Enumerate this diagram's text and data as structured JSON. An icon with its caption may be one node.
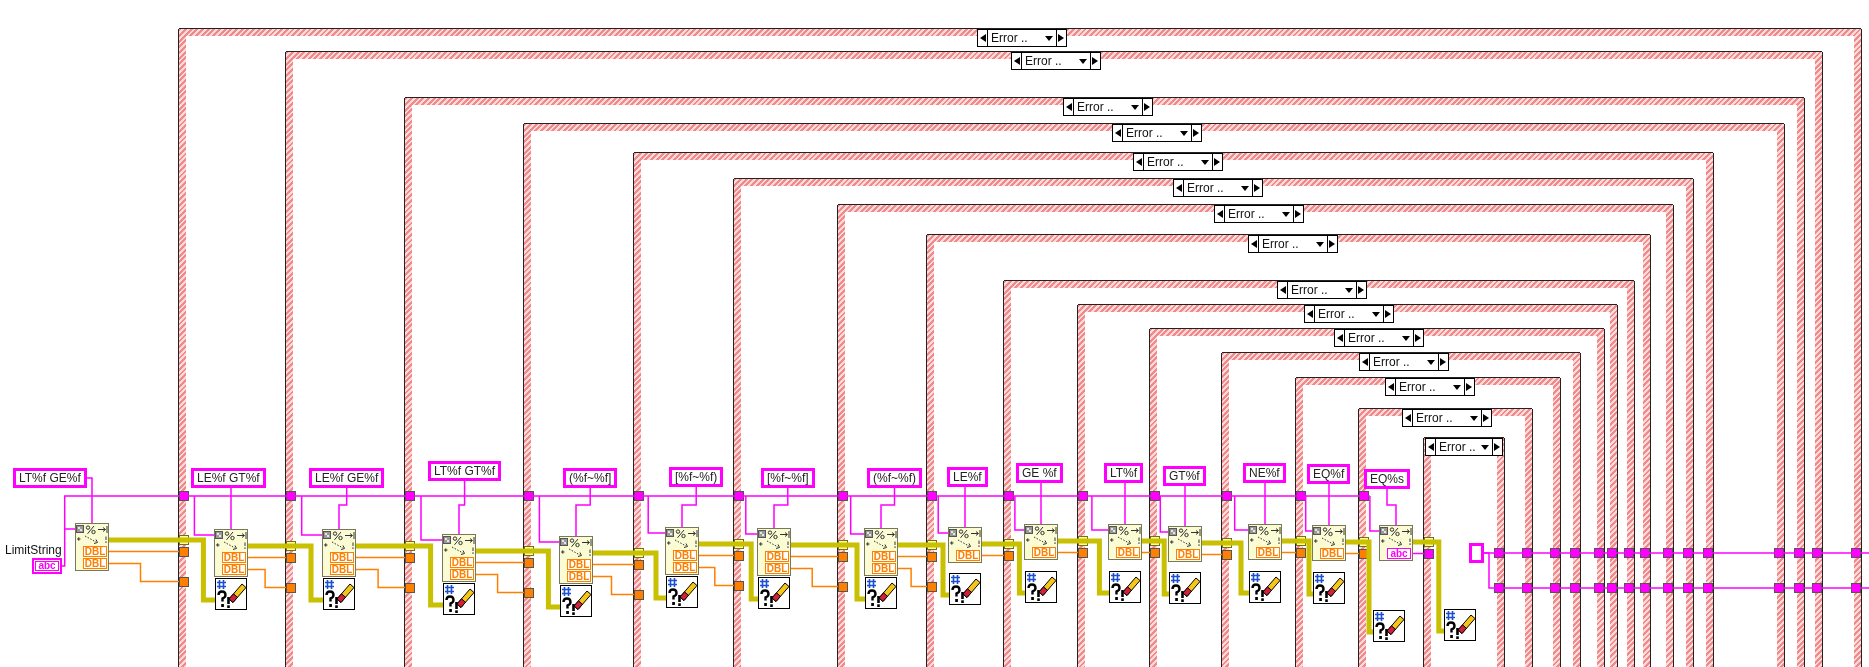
{
  "diagram": {
    "nodes": [
      {
        "text": [
          "LimitString",
          "abc"
        ]
      },
      {
        "text": [
          "LT%f GE%f"
        ]
      },
      {
        "text": [
          "DBL",
          "DBL"
        ]
      },
      {
        "text": [
          "Error .."
        ]
      },
      {
        "text": [
          "LE%f GT%f"
        ],
        "in": 3
      },
      {
        "text": [
          "DBL",
          "DBL"
        ],
        "in": 3
      },
      {
        "text": [],
        "shape": "picture",
        "in": 3
      },
      {
        "text": [
          "Error .."
        ],
        "in": 3
      },
      {
        "text": [
          "LE%f GE%f"
        ],
        "in": 7
      },
      {
        "text": [
          "DBL",
          "DBL"
        ],
        "in": 7
      },
      {
        "text": [],
        "shape": "picture",
        "in": 7
      },
      {
        "text": [
          "Error .."
        ],
        "in": 7
      },
      {
        "text": [
          "LT%f GT%f"
        ],
        "in": 11
      },
      {
        "text": [
          "DBL",
          "DBL"
        ],
        "in": 11
      },
      {
        "text": [],
        "shape": "picture",
        "in": 11
      },
      {
        "text": [
          "Error .."
        ],
        "in": 11
      },
      {
        "text": [
          "(%f~%f]"
        ],
        "in": 15
      },
      {
        "text": [
          "DBL",
          "DBL"
        ],
        "in": 15
      },
      {
        "text": [],
        "shape": "picture",
        "in": 15
      },
      {
        "text": [
          "Error .."
        ],
        "in": 15
      },
      {
        "text": [
          "[%f~%f)"
        ],
        "in": 19
      },
      {
        "text": [
          "DBL",
          "DBL"
        ],
        "in": 19
      },
      {
        "text": [],
        "shape": "picture",
        "in": 19
      },
      {
        "text": [
          "Error .."
        ],
        "in": 19
      },
      {
        "text": [
          "[%f~%f]"
        ],
        "in": 23
      },
      {
        "text": [
          "DBL",
          "DBL"
        ],
        "in": 23
      },
      {
        "text": [],
        "shape": "picture",
        "in": 23
      },
      {
        "text": [
          "Error .."
        ],
        "in": 23
      },
      {
        "text": [
          "(%f~%f)"
        ],
        "in": 27
      },
      {
        "text": [
          "DBL",
          "DBL"
        ],
        "in": 27
      },
      {
        "text": [],
        "shape": "picture",
        "in": 27
      },
      {
        "text": [
          "Error .."
        ],
        "in": 27
      },
      {
        "text": [
          "LE%f"
        ],
        "in": 31
      },
      {
        "text": [
          "DBL"
        ],
        "in": 31
      },
      {
        "text": [],
        "shape": "picture",
        "in": 31
      },
      {
        "text": [
          "Error .."
        ],
        "in": 31
      },
      {
        "text": [
          "GE %f"
        ],
        "in": 35
      },
      {
        "text": [
          "DBL"
        ],
        "in": 35
      },
      {
        "text": [],
        "shape": "picture",
        "in": 35
      },
      {
        "text": [
          "Error .."
        ],
        "in": 35
      },
      {
        "text": [
          "LT%f"
        ],
        "in": 39
      },
      {
        "text": [
          "DBL"
        ],
        "in": 39
      },
      {
        "text": [],
        "shape": "picture",
        "in": 39
      },
      {
        "text": [
          "Error .."
        ],
        "in": 39
      },
      {
        "text": [
          "GT%f"
        ],
        "in": 43
      },
      {
        "text": [
          "DBL"
        ],
        "in": 43
      },
      {
        "text": [],
        "shape": "picture",
        "in": 43
      },
      {
        "text": [
          "Error .."
        ],
        "in": 43
      },
      {
        "text": [
          "NE%f"
        ],
        "in": 47
      },
      {
        "text": [
          "DBL"
        ],
        "in": 47
      },
      {
        "text": [],
        "shape": "picture",
        "in": 47
      },
      {
        "text": [
          "Error .."
        ],
        "in": 47
      },
      {
        "text": [
          "EQ%f"
        ],
        "in": 51
      },
      {
        "text": [
          "DBL"
        ],
        "in": 51
      },
      {
        "text": [],
        "shape": "picture",
        "in": 51
      },
      {
        "text": [
          "Error .."
        ],
        "in": 51
      },
      {
        "text": [
          "EQ%s"
        ],
        "in": 55
      },
      {
        "text": [
          "abc"
        ],
        "in": 55
      },
      {
        "text": [],
        "shape": "picture",
        "in": 55
      },
      {
        "text": [
          "Error .."
        ],
        "in": 55
      },
      {
        "text": [],
        "shape": "picture",
        "in": 59
      },
      {
        "text": [],
        "shape": "box",
        "in": 59
      }
    ],
    "edges": [
      {
        "from": 0,
        "to": 2,
        "arrow": "none"
      },
      {
        "from": 0,
        "to": 5,
        "arrow": "none"
      },
      {
        "from": 0,
        "to": 9,
        "arrow": "none"
      },
      {
        "from": 0,
        "to": 13,
        "arrow": "none"
      },
      {
        "from": 0,
        "to": 17,
        "arrow": "none"
      },
      {
        "from": 0,
        "to": 21,
        "arrow": "none"
      },
      {
        "from": 0,
        "to": 25,
        "arrow": "none"
      },
      {
        "from": 0,
        "to": 29,
        "arrow": "none"
      },
      {
        "from": 0,
        "to": 33,
        "arrow": "none"
      },
      {
        "from": 0,
        "to": 37,
        "arrow": "none"
      },
      {
        "from": 0,
        "to": 41,
        "arrow": "none"
      },
      {
        "from": 0,
        "to": 45,
        "arrow": "none"
      },
      {
        "from": 0,
        "to": 49,
        "arrow": "none"
      },
      {
        "from": 0,
        "to": 53,
        "arrow": "none"
      },
      {
        "from": 0,
        "to": 57,
        "arrow": "none"
      },
      {
        "from": 1,
        "to": 2,
        "arrow": "none"
      },
      {
        "from": 2,
        "to": 6,
        "arrow": "none",
        "style": "thick",
        "color": "#c8c000"
      },
      {
        "from": 2,
        "to": 3,
        "arrow": "none",
        "color": "#ff8000"
      },
      {
        "from": 2,
        "to": 3,
        "arrow": "none",
        "color": "#ff8000"
      },
      {
        "from": 4,
        "to": 5,
        "arrow": "none"
      },
      {
        "from": 5,
        "to": 10,
        "arrow": "none",
        "style": "thick",
        "color": "#c8c000"
      },
      {
        "from": 5,
        "to": 7,
        "arrow": "none",
        "color": "#ff8000"
      },
      {
        "from": 5,
        "to": 7,
        "arrow": "none",
        "color": "#ff8000"
      },
      {
        "from": 8,
        "to": 9,
        "arrow": "none"
      },
      {
        "from": 9,
        "to": 14,
        "arrow": "none",
        "style": "thick",
        "color": "#c8c000"
      },
      {
        "from": 9,
        "to": 11,
        "arrow": "none",
        "color": "#ff8000"
      },
      {
        "from": 9,
        "to": 11,
        "arrow": "none",
        "color": "#ff8000"
      },
      {
        "from": 12,
        "to": 13,
        "arrow": "none"
      },
      {
        "from": 13,
        "to": 18,
        "arrow": "none",
        "style": "thick",
        "color": "#c8c000"
      },
      {
        "from": 13,
        "to": 15,
        "arrow": "none",
        "color": "#ff8000"
      },
      {
        "from": 13,
        "to": 15,
        "arrow": "none",
        "color": "#ff8000"
      },
      {
        "from": 16,
        "to": 17,
        "arrow": "none"
      },
      {
        "from": 17,
        "to": 22,
        "arrow": "none",
        "style": "thick",
        "color": "#c8c000"
      },
      {
        "from": 17,
        "to": 19,
        "arrow": "none",
        "color": "#ff8000"
      },
      {
        "from": 17,
        "to": 19,
        "arrow": "none",
        "color": "#ff8000"
      },
      {
        "from": 20,
        "to": 21,
        "arrow": "none"
      },
      {
        "from": 21,
        "to": 26,
        "arrow": "none",
        "style": "thick",
        "color": "#c8c000"
      },
      {
        "from": 21,
        "to": 23,
        "arrow": "none",
        "color": "#ff8000"
      },
      {
        "from": 21,
        "to": 23,
        "arrow": "none",
        "color": "#ff8000"
      },
      {
        "from": 24,
        "to": 25,
        "arrow": "none"
      },
      {
        "from": 25,
        "to": 30,
        "arrow": "none",
        "style": "thick",
        "color": "#c8c000"
      },
      {
        "from": 25,
        "to": 27,
        "arrow": "none",
        "color": "#ff8000"
      },
      {
        "from": 25,
        "to": 27,
        "arrow": "none",
        "color": "#ff8000"
      },
      {
        "from": 28,
        "to": 29,
        "arrow": "none"
      },
      {
        "from": 29,
        "to": 34,
        "arrow": "none",
        "style": "thick",
        "color": "#c8c000"
      },
      {
        "from": 29,
        "to": 31,
        "arrow": "none",
        "color": "#ff8000"
      },
      {
        "from": 29,
        "to": 31,
        "arrow": "none",
        "color": "#ff8000"
      },
      {
        "from": 32,
        "to": 33,
        "arrow": "none"
      },
      {
        "from": 33,
        "to": 38,
        "arrow": "none",
        "style": "thick",
        "color": "#c8c000"
      },
      {
        "from": 33,
        "to": 35,
        "arrow": "none",
        "color": "#ff8000"
      },
      {
        "from": 36,
        "to": 37,
        "arrow": "none"
      },
      {
        "from": 37,
        "to": 42,
        "arrow": "none",
        "style": "thick",
        "color": "#c8c000"
      },
      {
        "from": 37,
        "to": 39,
        "arrow": "none",
        "color": "#ff8000"
      },
      {
        "from": 40,
        "to": 41,
        "arrow": "none"
      },
      {
        "from": 41,
        "to": 46,
        "arrow": "none",
        "style": "thick",
        "color": "#c8c000"
      },
      {
        "from": 41,
        "to": 43,
        "arrow": "none",
        "color": "#ff8000"
      },
      {
        "from": 44,
        "to": 45,
        "arrow": "none"
      },
      {
        "from": 45,
        "to": 50,
        "arrow": "none",
        "style": "thick",
        "color": "#c8c000"
      },
      {
        "from": 45,
        "to": 47,
        "arrow": "none",
        "color": "#ff8000"
      },
      {
        "from": 48,
        "to": 49,
        "arrow": "none"
      },
      {
        "from": 49,
        "to": 54,
        "arrow": "none",
        "style": "thick",
        "color": "#c8c000"
      },
      {
        "from": 49,
        "to": 51,
        "arrow": "none",
        "color": "#ff8000"
      },
      {
        "from": 52,
        "to": 53,
        "arrow": "none"
      },
      {
        "from": 53,
        "to": 58,
        "arrow": "none",
        "style": "thick",
        "color": "#c8c000"
      },
      {
        "from": 53,
        "to": 55,
        "arrow": "none",
        "color": "#ff8000"
      },
      {
        "from": 56,
        "to": 57,
        "arrow": "none"
      },
      {
        "from": 57,
        "to": 60,
        "arrow": "none",
        "style": "thick",
        "color": "#c8c000"
      },
      {
        "from": 57,
        "to": 59,
        "arrow": "none"
      },
      {
        "from": 61,
        "to": null,
        "arrow": "none"
      },
      {
        "from": 61,
        "to": null,
        "arrow": "none"
      }
    ]
  }
}
